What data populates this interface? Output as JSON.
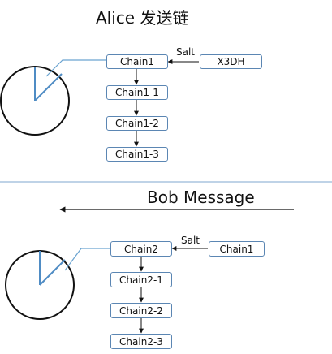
{
  "top": {
    "title": "Alice 发送链",
    "salt_label": "Salt",
    "source_box": "X3DH",
    "chain_boxes": [
      "Chain1",
      "Chain1-1",
      "Chain1-2",
      "Chain1-3"
    ]
  },
  "bottom": {
    "title": "Bob Message",
    "salt_label": "Salt",
    "source_box": "Chain1",
    "chain_boxes": [
      "Chain2",
      "Chain2-1",
      "Chain2-2",
      "Chain2-3"
    ]
  },
  "colors": {
    "box_border": "#5b86b3",
    "pointer_line": "#6aa3d0",
    "divider": "#7fa7cf"
  }
}
